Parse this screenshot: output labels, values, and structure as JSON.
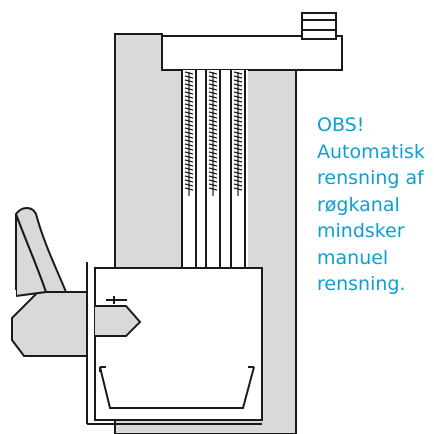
{
  "note": {
    "lines": [
      "OBS!",
      "Automatisk",
      "rensning af",
      "røgkanal",
      "mindsker",
      "manuel",
      "rensning."
    ]
  },
  "colors": {
    "stroke": "#1a1a1a",
    "fill_gray": "#d9d9d9",
    "fill_white": "#ffffff",
    "text_accent": "#0d9fd3"
  }
}
